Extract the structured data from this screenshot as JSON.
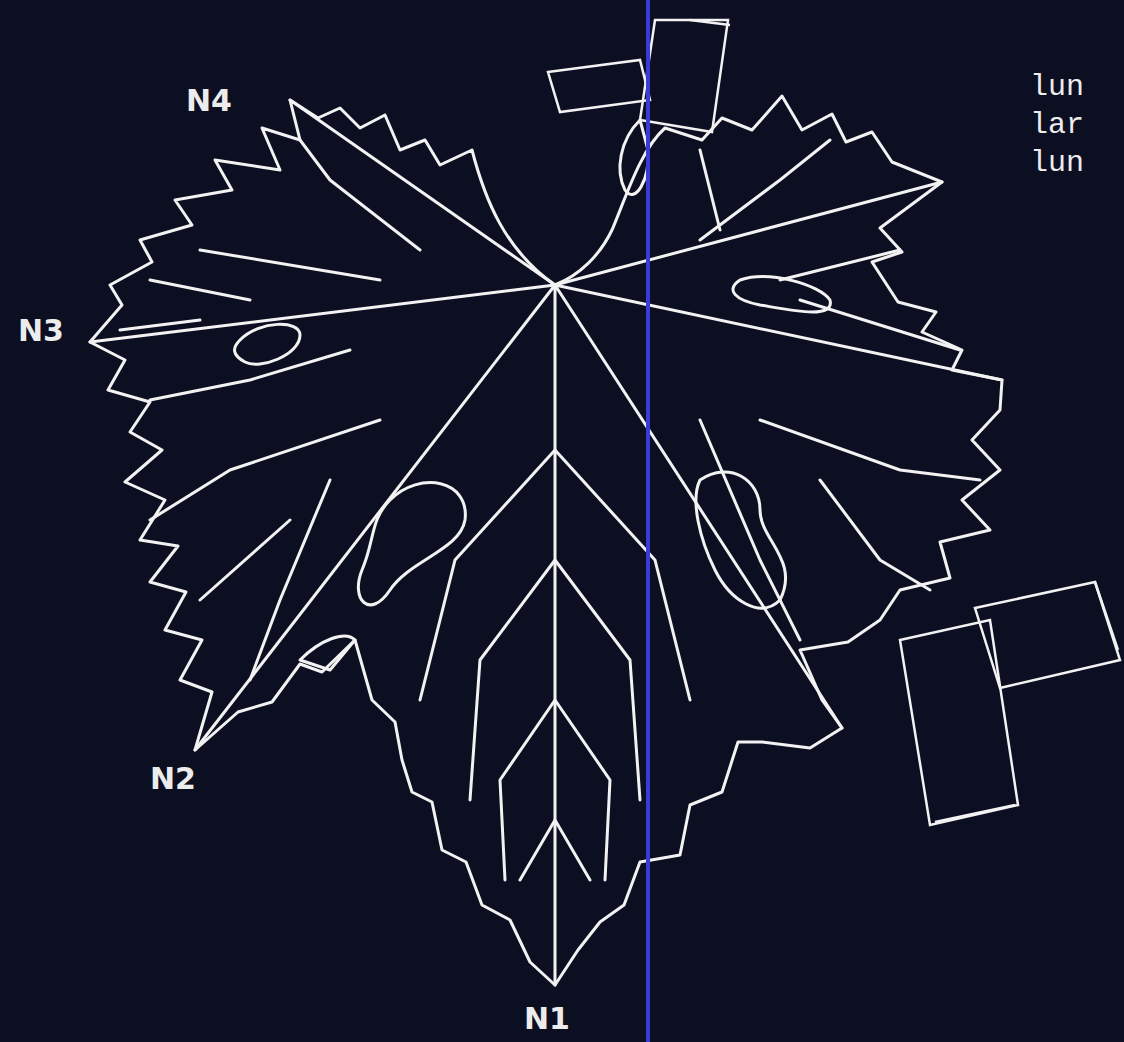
{
  "diagram": {
    "labels": [
      "N4",
      "N3",
      "N2",
      "N1",
      "lun",
      "lar",
      "lun"
    ]
  }
}
